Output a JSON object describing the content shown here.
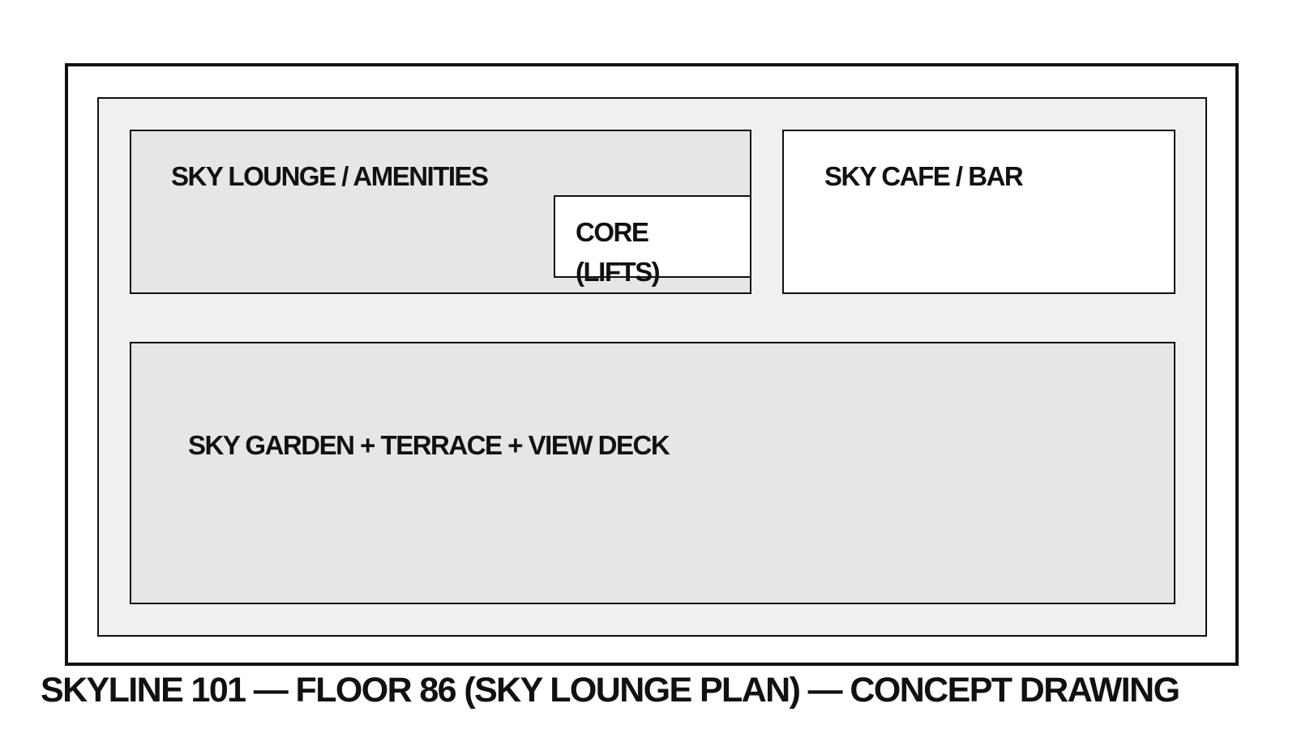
{
  "plan": {
    "rooms": {
      "lounge": {
        "label": "SKY LOUNGE / AMENITIES"
      },
      "cafe": {
        "label": "SKY CAFE / BAR"
      },
      "core": {
        "label_line1": "CORE",
        "label_line2": "(LIFTS)"
      },
      "garden": {
        "label": "SKY GARDEN + TERRACE + VIEW DECK"
      }
    },
    "caption": "SKYLINE 101 — FLOOR 86 (SKY LOUNGE PLAN) — CONCEPT DRAWING"
  },
  "colors": {
    "line": "#111111",
    "slab_fill": "#f0f0f0",
    "room_fill": "#e6e6e6",
    "white": "#ffffff"
  }
}
